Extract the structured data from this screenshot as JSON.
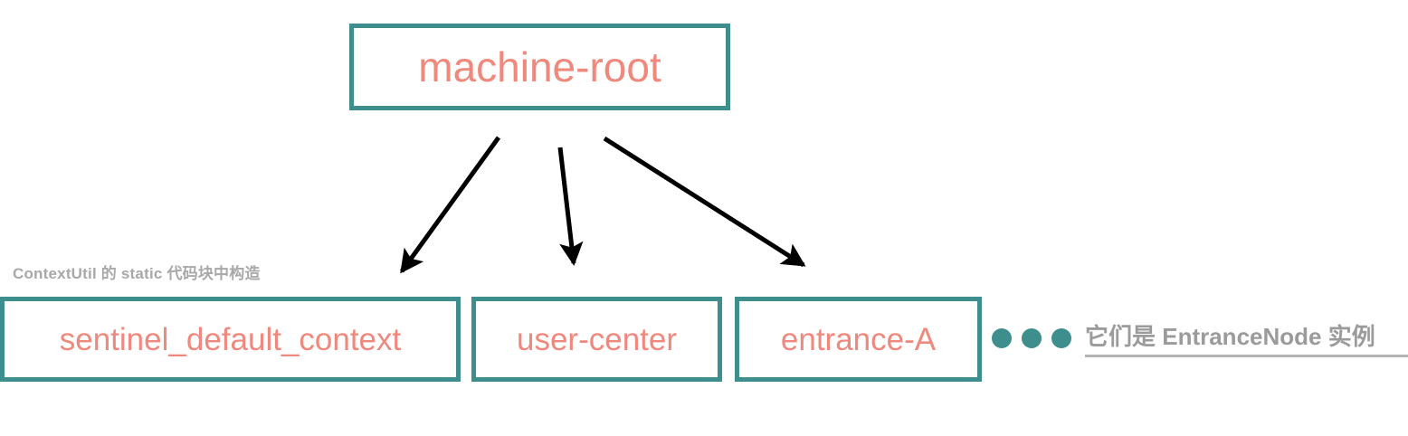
{
  "diagram": {
    "title_node": {
      "label": "machine-root",
      "name": "machine-root-node"
    },
    "child_nodes": [
      {
        "label": "sentinel_default_context",
        "name": "sentinel-default-context-node"
      },
      {
        "label": "user-center",
        "name": "user-center-node"
      },
      {
        "label": "entrance-A",
        "name": "entrance-a-node"
      }
    ],
    "annotations": {
      "left_note": "ContextUtil 的 static 代码块中构造",
      "right_note": "它们是 EntranceNode 实例"
    },
    "ellipsis_dots": 3,
    "colors": {
      "node_border": "#3f8e8e",
      "node_text": "#f0897d",
      "annotation_text": "#9b9b9b",
      "arrow": "#000000",
      "background": "#ffffff"
    },
    "edges": [
      {
        "from": "machine-root",
        "to": "sentinel_default_context"
      },
      {
        "from": "machine-root",
        "to": "user-center"
      },
      {
        "from": "machine-root",
        "to": "entrance-A"
      }
    ]
  }
}
